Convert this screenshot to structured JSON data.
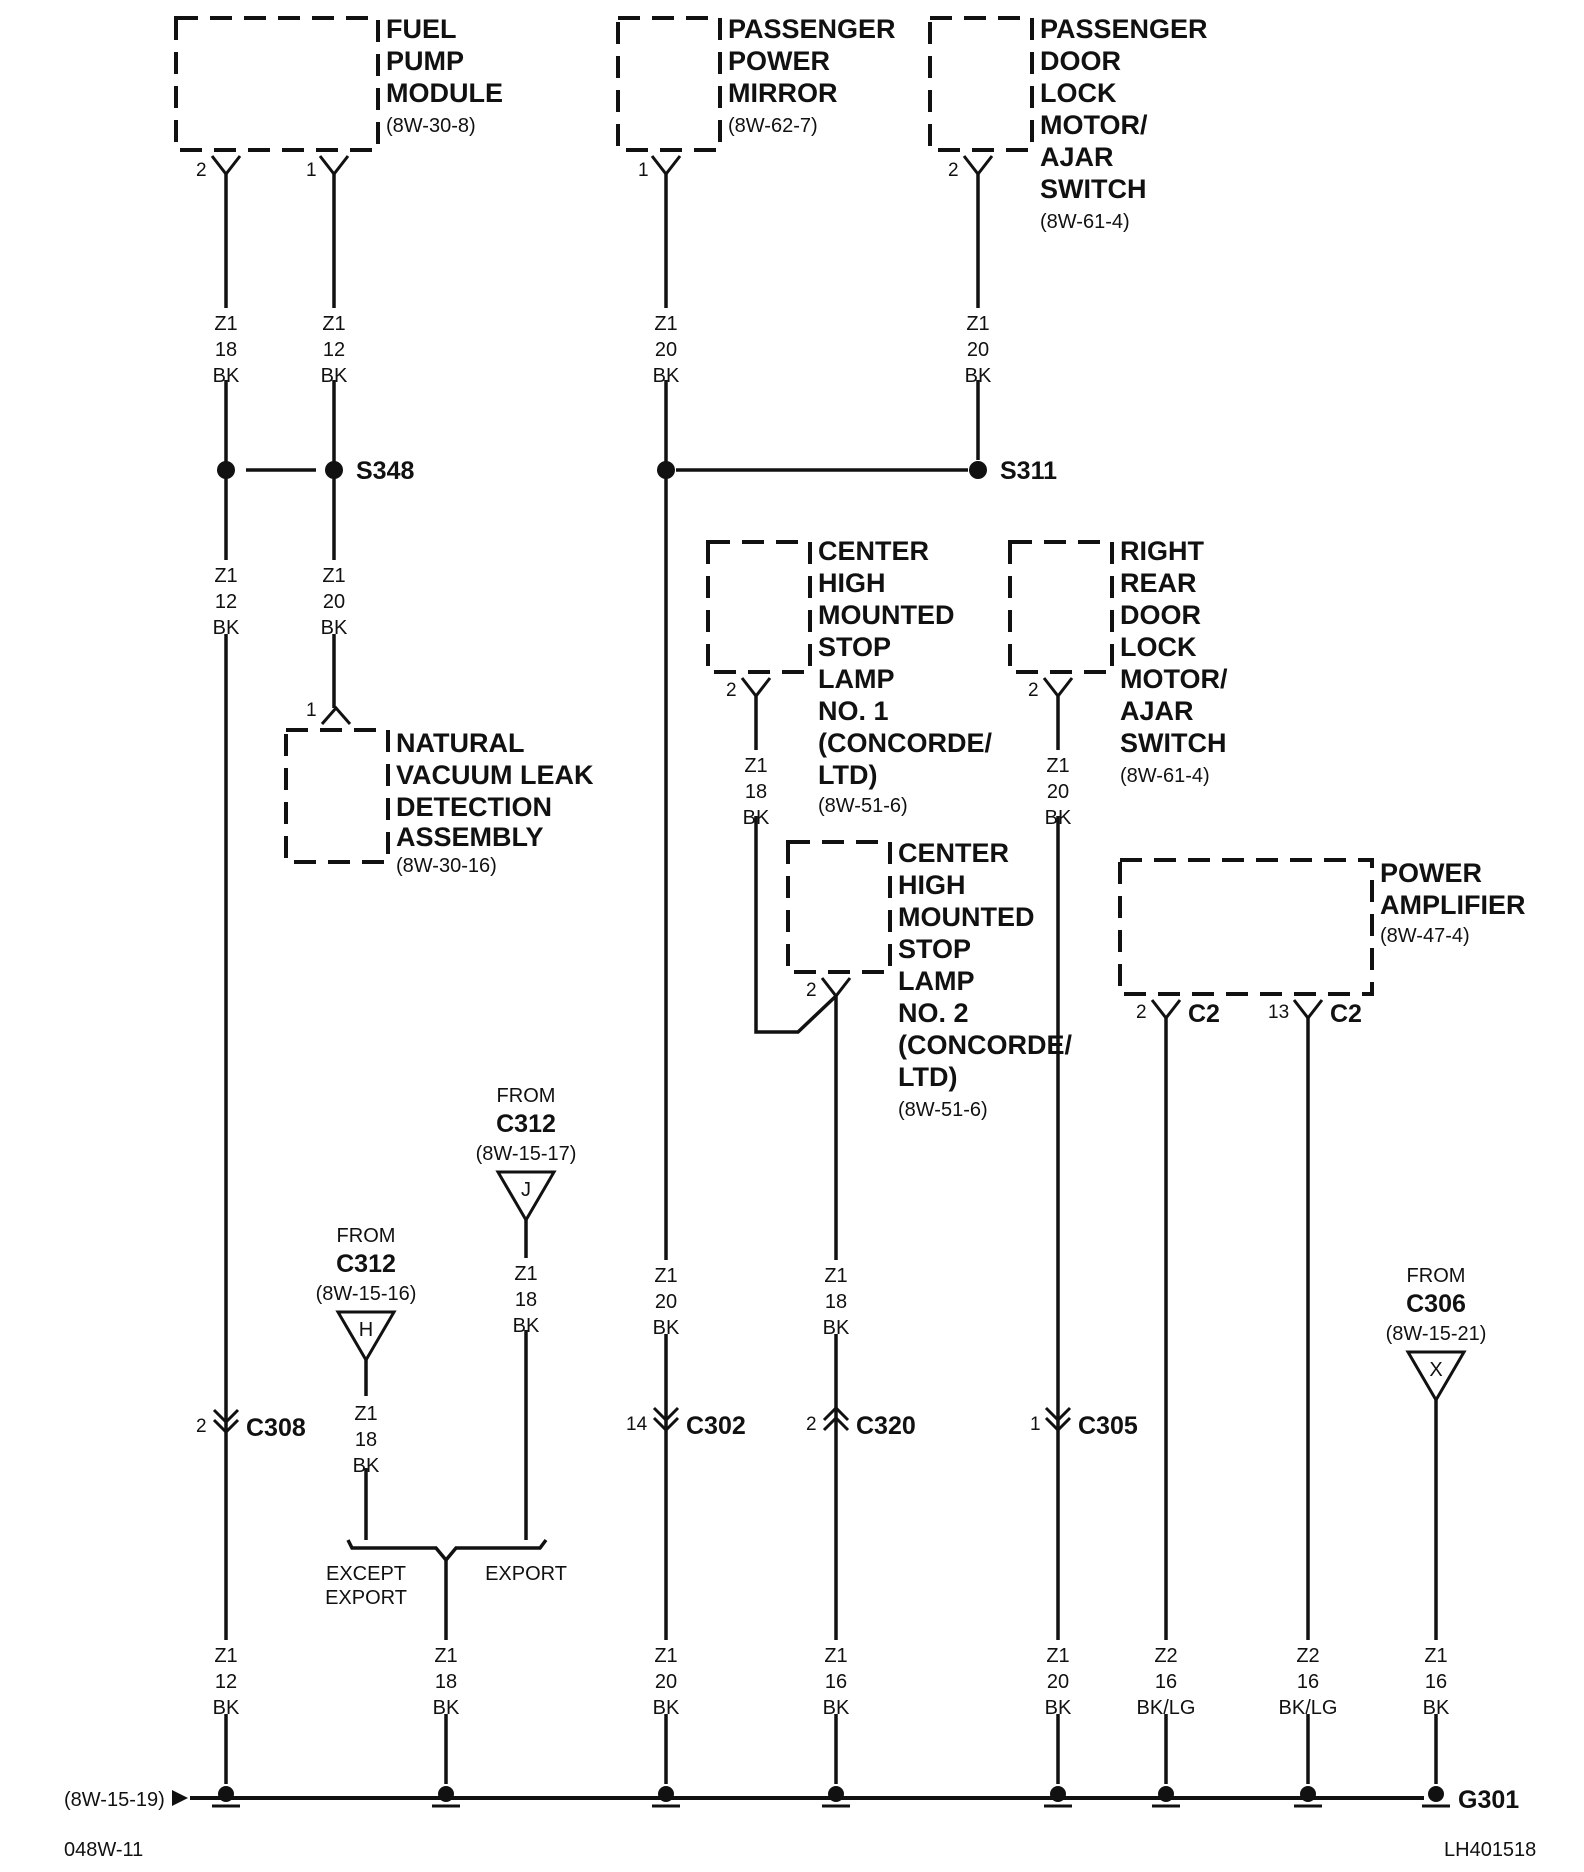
{
  "diagram": {
    "components": [
      {
        "id": "fuel-pump-module",
        "lines": [
          "FUEL",
          "PUMP",
          "MODULE"
        ],
        "ref": "(8W-30-8)"
      },
      {
        "id": "passenger-power-mirror",
        "lines": [
          "PASSENGER",
          "POWER",
          "MIRROR"
        ],
        "ref": "(8W-62-7)"
      },
      {
        "id": "passenger-door-lock",
        "lines": [
          "PASSENGER",
          "DOOR",
          "LOCK",
          "MOTOR/",
          "AJAR",
          "SWITCH"
        ],
        "ref": "(8W-61-4)"
      },
      {
        "id": "natural-vacuum-leak",
        "lines": [
          "NATURAL",
          "VACUUM LEAK",
          "DETECTION",
          "ASSEMBLY"
        ],
        "ref": "(8W-30-16)"
      },
      {
        "id": "chmsl-1",
        "lines": [
          "CENTER",
          "HIGH",
          "MOUNTED",
          "STOP",
          "LAMP",
          "NO. 1",
          "(CONCORDE/",
          "LTD)"
        ],
        "ref": "(8W-51-6)"
      },
      {
        "id": "right-rear-door-lock",
        "lines": [
          "RIGHT",
          "REAR",
          "DOOR",
          "LOCK",
          "MOTOR/",
          "AJAR",
          "SWITCH"
        ],
        "ref": "(8W-61-4)"
      },
      {
        "id": "chmsl-2",
        "lines": [
          "CENTER",
          "HIGH",
          "MOUNTED",
          "STOP",
          "LAMP",
          "NO. 2",
          "(CONCORDE/",
          "LTD)"
        ],
        "ref": "(8W-51-6)"
      },
      {
        "id": "power-amplifier",
        "lines": [
          "POWER",
          "AMPLIFIER"
        ],
        "ref": "(8W-47-4)"
      }
    ],
    "pins": [
      {
        "id": "fp2",
        "label": "2"
      },
      {
        "id": "fp1",
        "label": "1"
      },
      {
        "id": "pm1",
        "label": "1"
      },
      {
        "id": "pd2",
        "label": "2"
      },
      {
        "id": "nv1",
        "label": "1"
      },
      {
        "id": "ch1",
        "label": "2"
      },
      {
        "id": "rr2",
        "label": "2"
      },
      {
        "id": "ch2",
        "label": "2"
      },
      {
        "id": "pa2",
        "label": "2"
      },
      {
        "id": "pa13",
        "label": "13"
      }
    ],
    "amp_connector": "C2",
    "splices": [
      {
        "id": "s348",
        "label": "S348"
      },
      {
        "id": "s311",
        "label": "S311"
      }
    ],
    "wire_labels": [
      {
        "id": "w1",
        "circuit": "Z1",
        "gauge": "18",
        "color": "BK"
      },
      {
        "id": "w2",
        "circuit": "Z1",
        "gauge": "12",
        "color": "BK"
      },
      {
        "id": "w3",
        "circuit": "Z1",
        "gauge": "20",
        "color": "BK"
      },
      {
        "id": "w4",
        "circuit": "Z1",
        "gauge": "20",
        "color": "BK"
      },
      {
        "id": "w5",
        "circuit": "Z1",
        "gauge": "12",
        "color": "BK"
      },
      {
        "id": "w6",
        "circuit": "Z1",
        "gauge": "20",
        "color": "BK"
      },
      {
        "id": "w7",
        "circuit": "Z1",
        "gauge": "18",
        "color": "BK"
      },
      {
        "id": "w8",
        "circuit": "Z1",
        "gauge": "20",
        "color": "BK"
      },
      {
        "id": "w9",
        "circuit": "Z1",
        "gauge": "18",
        "color": "BK"
      },
      {
        "id": "w10",
        "circuit": "Z1",
        "gauge": "18",
        "color": "BK"
      },
      {
        "id": "w11",
        "circuit": "Z1",
        "gauge": "20",
        "color": "BK"
      },
      {
        "id": "w12",
        "circuit": "Z1",
        "gauge": "18",
        "color": "BK"
      },
      {
        "id": "w13",
        "circuit": "Z1",
        "gauge": "12",
        "color": "BK"
      },
      {
        "id": "w14",
        "circuit": "Z1",
        "gauge": "18",
        "color": "BK"
      },
      {
        "id": "w15",
        "circuit": "Z1",
        "gauge": "20",
        "color": "BK"
      },
      {
        "id": "w16",
        "circuit": "Z1",
        "gauge": "16",
        "color": "BK"
      },
      {
        "id": "w17",
        "circuit": "Z1",
        "gauge": "20",
        "color": "BK"
      },
      {
        "id": "w18",
        "circuit": "Z2",
        "gauge": "16",
        "color": "BK/LG"
      },
      {
        "id": "w19",
        "circuit": "Z2",
        "gauge": "16",
        "color": "BK/LG"
      },
      {
        "id": "w20",
        "circuit": "Z1",
        "gauge": "16",
        "color": "BK"
      }
    ],
    "inline_connectors": [
      {
        "id": "c308",
        "pin": "2",
        "name": "C308"
      },
      {
        "id": "c302",
        "pin": "14",
        "name": "C302"
      },
      {
        "id": "c320",
        "pin": "2",
        "name": "C320"
      },
      {
        "id": "c305",
        "pin": "1",
        "name": "C305"
      }
    ],
    "from_refs": [
      {
        "id": "from-j",
        "from": "FROM",
        "connector": "C312",
        "ref": "(8W-15-17)",
        "letter": "J"
      },
      {
        "id": "from-h",
        "from": "FROM",
        "connector": "C312",
        "ref": "(8W-15-16)",
        "letter": "H"
      },
      {
        "id": "from-x",
        "from": "FROM",
        "connector": "C306",
        "ref": "(8W-15-21)",
        "letter": "X"
      }
    ],
    "options": {
      "left_lines": [
        "EXCEPT",
        "EXPORT"
      ],
      "right": "EXPORT"
    },
    "ground": {
      "label": "G301",
      "left_ref": "(8W-15-19)"
    },
    "footer": {
      "left": "048W-11",
      "right": "LH401518"
    }
  }
}
